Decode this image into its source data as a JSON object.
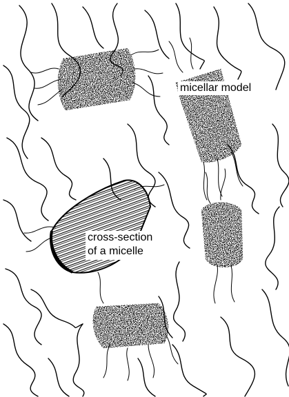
{
  "figure": {
    "stroke_color": "#000000",
    "background_color": "#ffffff"
  },
  "labels": {
    "micellar_model": "micellar model",
    "cross_section_line1": "cross-section",
    "cross_section_line2": "of a micelle"
  }
}
